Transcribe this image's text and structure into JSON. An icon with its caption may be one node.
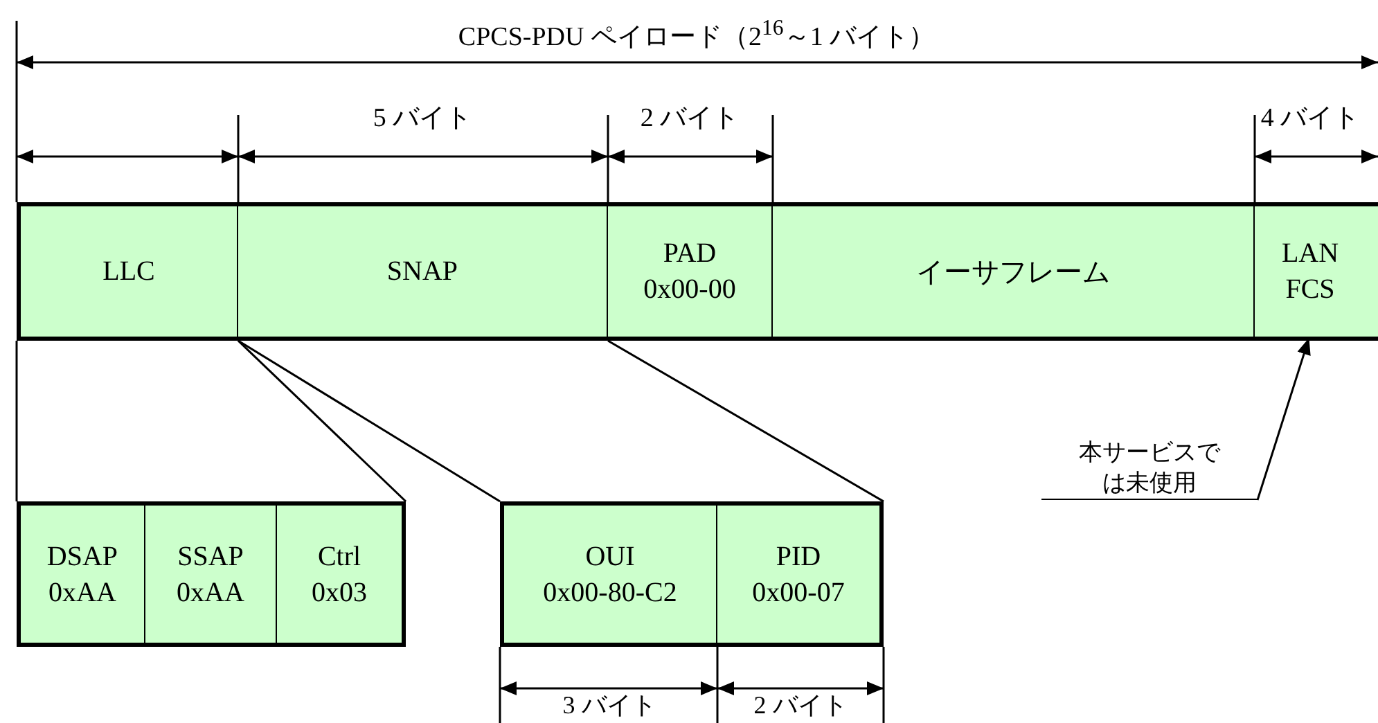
{
  "diagram": {
    "nodes": [
      {
        "text": [],
        "shape": "box"
      },
      {
        "text": [
          "LLC"
        ],
        "in": 0
      },
      {
        "text": [
          "SNAP"
        ],
        "in": 0
      },
      {
        "text": [
          "PAD",
          "0x00-00"
        ],
        "in": 0
      },
      {
        "text": [
          "イーサフレーム"
        ],
        "in": 0
      },
      {
        "text": [
          "LAN FCS"
        ],
        "in": 0
      },
      {
        "text": [],
        "shape": "box"
      },
      {
        "text": [
          "DSAP",
          "0xAA"
        ],
        "in": 6
      },
      {
        "text": [
          "SSAP",
          "0xAA"
        ],
        "in": 6
      },
      {
        "text": [
          "Ctrl",
          "0x03"
        ],
        "in": 6
      },
      {
        "text": [],
        "shape": "box"
      },
      {
        "text": [
          "OUI",
          "0x00-80-C2"
        ],
        "in": 10
      },
      {
        "text": [
          "PID",
          "0x00-07"
        ],
        "in": 10
      },
      {
        "text": [
          "本サービスでは未使用"
        ]
      }
    ],
    "edges": [
      {
        "from": 1,
        "to": 6,
        "arrow": "none"
      },
      {
        "from": 1,
        "to": 6,
        "arrow": "none"
      },
      {
        "from": 2,
        "to": 10,
        "arrow": "none"
      },
      {
        "from": 2,
        "to": 10,
        "arrow": "none"
      },
      {
        "from": 13,
        "to": 5,
        "arrow": "to"
      }
    ],
    "labels": [
      "CPCS-PDU ペイロード（2$^{16}$～1 バイト）",
      "5 バイト",
      "2 バイト",
      "4 バイト",
      "3 バイト",
      "2 バイト"
    ]
  }
}
